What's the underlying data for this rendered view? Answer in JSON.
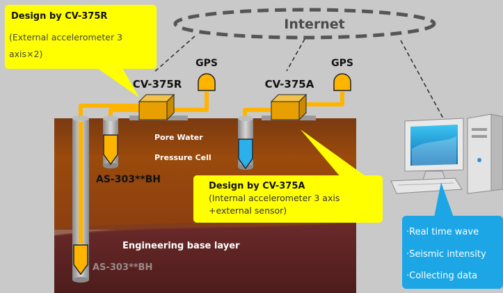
{
  "internet": {
    "label": "Internet"
  },
  "devices": {
    "left": {
      "model": "CV-375R",
      "gps": "GPS"
    },
    "right": {
      "model": "CV-375A",
      "gps": "GPS"
    }
  },
  "callout_left": {
    "title": "Design by CV-375R",
    "line1": "(External accelerometer 3",
    "line2": "axis×2)"
  },
  "callout_right": {
    "title": "Design by CV-375A",
    "line1": "(Internal accelerometer 3 axis",
    "line2": "+external sensor)"
  },
  "labels": {
    "pore_water_1": "Pore Water",
    "pore_water_2": "Pressure Cell",
    "sensor_upper": "AS-303**BH",
    "sensor_lower": "AS-303**BH",
    "base_layer": "Engineering base layer"
  },
  "pc_callout": {
    "items": [
      "·Real time wave",
      "·Seismic intensity",
      "·Collecting data"
    ]
  },
  "colors": {
    "background": "#c9c9c9",
    "ground_upper": "#9a4a0c",
    "ground_lower": "#5b2323",
    "callout_yellow": "#ffff00",
    "cable_orange": "#ffb400",
    "device_orange": "#e8a000",
    "pc_callout_blue": "#1ca6e6",
    "sensor_blue": "#2bb0ec"
  }
}
